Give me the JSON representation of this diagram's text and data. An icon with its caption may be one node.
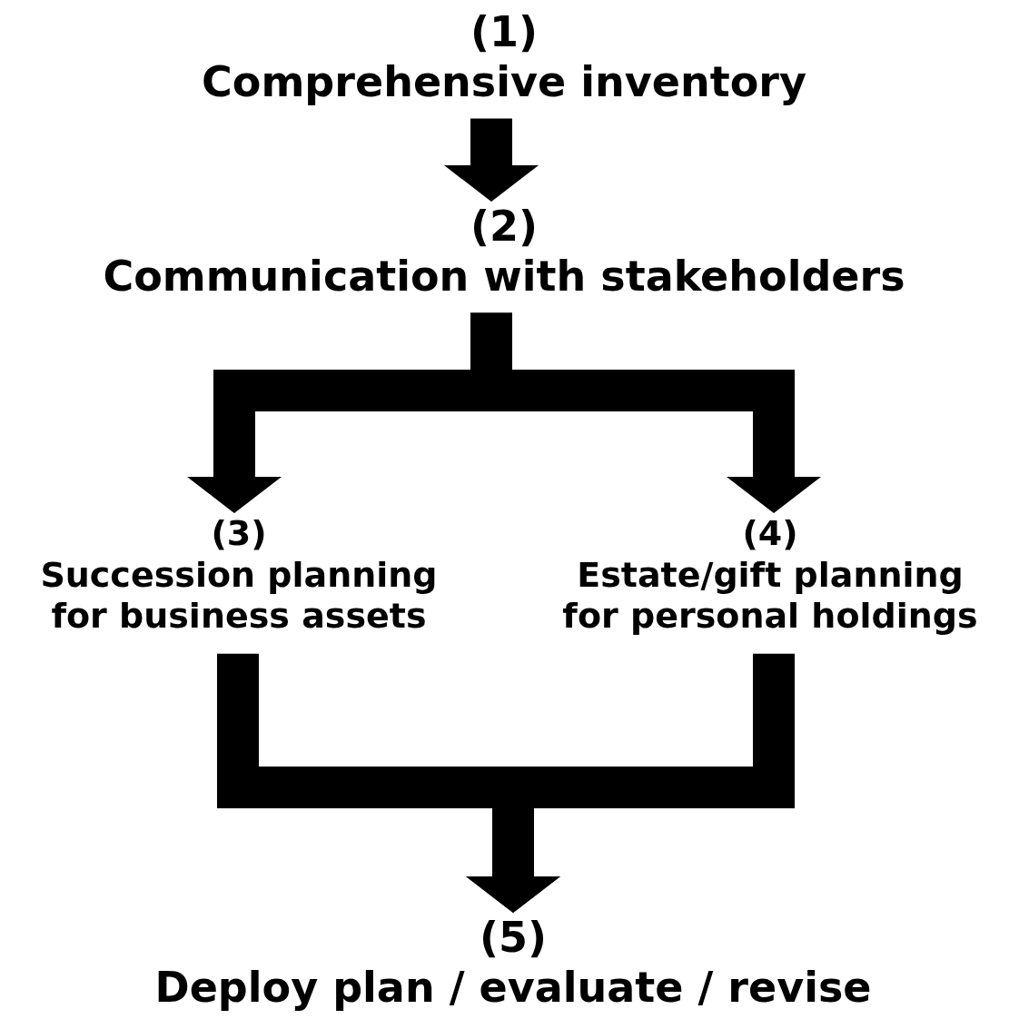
{
  "diagram": {
    "nodes": [
      {
        "text": [
          "(1)",
          "Comprehensive inventory"
        ]
      },
      {
        "text": [
          "(2)",
          "Communication with stakeholders"
        ]
      },
      {
        "text": [
          "(3)",
          "Succession planning for business assets"
        ]
      },
      {
        "text": [
          "(4)",
          "Estate/gift planning for personal holdings"
        ]
      },
      {
        "text": [
          "(5)",
          "Deploy plan / evaluate / revise"
        ]
      }
    ],
    "edges": [
      {
        "from": 0,
        "to": 1,
        "arrow": "to"
      },
      {
        "from": 1,
        "to": 2,
        "arrow": "to"
      },
      {
        "from": 1,
        "to": 3,
        "arrow": "to"
      },
      {
        "from": 2,
        "to": 4,
        "arrow": "to"
      },
      {
        "from": 3,
        "to": 4,
        "arrow": "to"
      }
    ]
  }
}
